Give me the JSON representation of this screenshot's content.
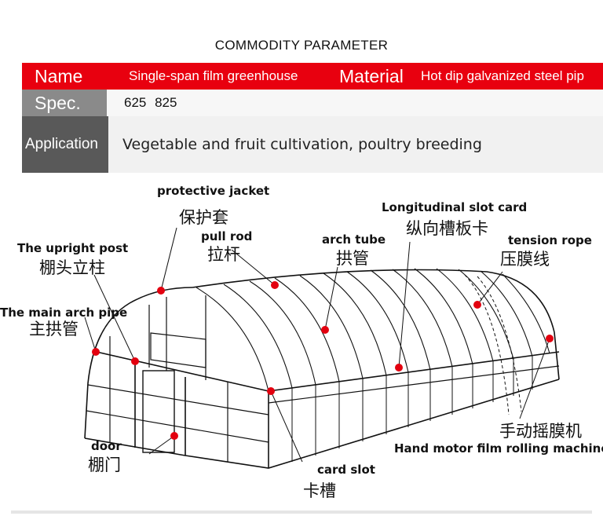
{
  "page_title": "COMMODITY PARAMETER",
  "table": {
    "name_label": "Name",
    "name_value": "Single-span film greenhouse",
    "material_label": "Material",
    "material_value": "Hot dip galvanized steel pip",
    "spec_label": "Spec.",
    "spec_value": "625   825",
    "application_label": "Application",
    "application_value": "Vegetable and fruit cultivation, poultry breeding"
  },
  "labels": {
    "protective_jacket_en": "protective jacket",
    "protective_jacket_cn": "保护套",
    "pull_rod_en": "pull rod",
    "pull_rod_cn": "拉杆",
    "arch_tube_en": "arch tube",
    "arch_tube_cn": "拱管",
    "slot_card_en": "Longitudinal slot card",
    "slot_card_cn": "纵向槽板卡",
    "tension_rope_en": "tension rope",
    "tension_rope_cn": "压膜线",
    "upright_post_en": "The upright post",
    "upright_post_cn": "棚头立柱",
    "main_arch_en": "The main arch pipe",
    "main_arch_cn": "主拱管",
    "door_en": "door",
    "door_cn": "棚门",
    "card_slot_en": "card slot",
    "card_slot_cn": "卡槽",
    "motor_cn": "手动摇膜机",
    "motor_en": "Hand motor film rolling machine"
  },
  "colors": {
    "accent_red": "#e8000f",
    "spec_gray": "#8a8a8a",
    "app_gray": "#595959",
    "marker_red": "#e3000f"
  }
}
